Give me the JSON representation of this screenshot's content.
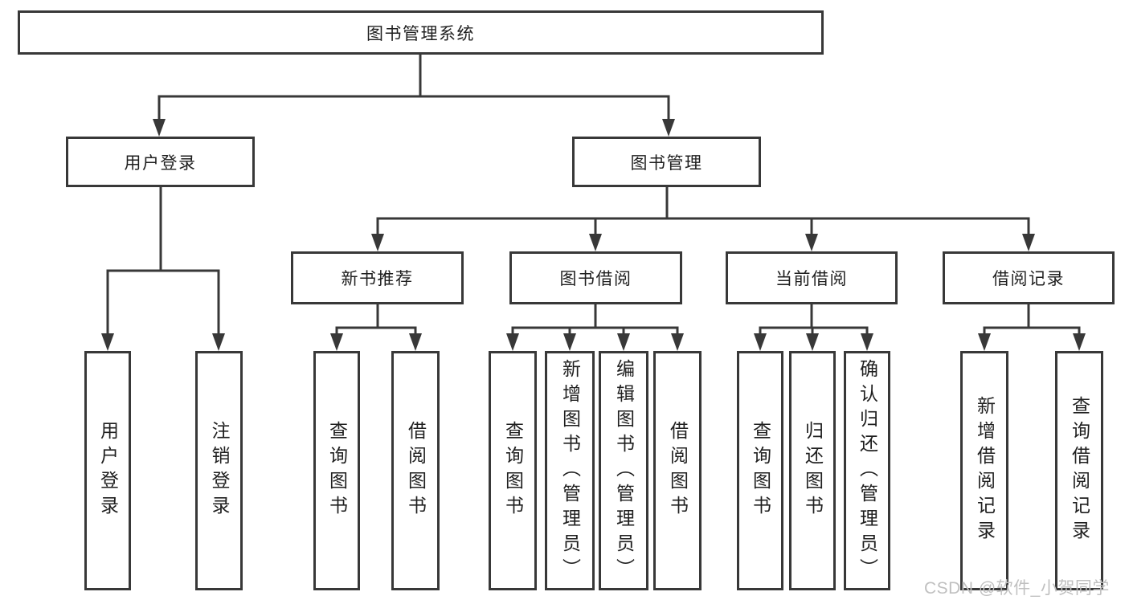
{
  "diagram_title": "图书管理系统",
  "tree": {
    "root": {
      "label": "图书管理系统"
    },
    "branches": [
      {
        "label": "用户登录",
        "children": [
          {
            "label": "用户登录"
          },
          {
            "label": "注销登录"
          }
        ]
      },
      {
        "label": "图书管理",
        "children": [
          {
            "label": "新书推荐",
            "children": [
              {
                "label": "查询图书"
              },
              {
                "label": "借阅图书"
              }
            ]
          },
          {
            "label": "图书借阅",
            "children": [
              {
                "label": "查询图书"
              },
              {
                "label": "新增图书（管理员）"
              },
              {
                "label": "编辑图书（管理员）"
              },
              {
                "label": "借阅图书"
              }
            ]
          },
          {
            "label": "当前借阅",
            "children": [
              {
                "label": "查询图书"
              },
              {
                "label": "归还图书"
              },
              {
                "label": "确认归还（管理员）"
              }
            ]
          },
          {
            "label": "借阅记录",
            "children": [
              {
                "label": "新增借阅记录"
              },
              {
                "label": "查询借阅记录"
              }
            ]
          }
        ]
      }
    ]
  },
  "watermark": "CSDN @软件_小贺同学",
  "colors": {
    "line": "#383838",
    "box_border": "#383838",
    "text": "#1f1f1f",
    "watermark": "#c0c0c0",
    "background": "#ffffff"
  }
}
